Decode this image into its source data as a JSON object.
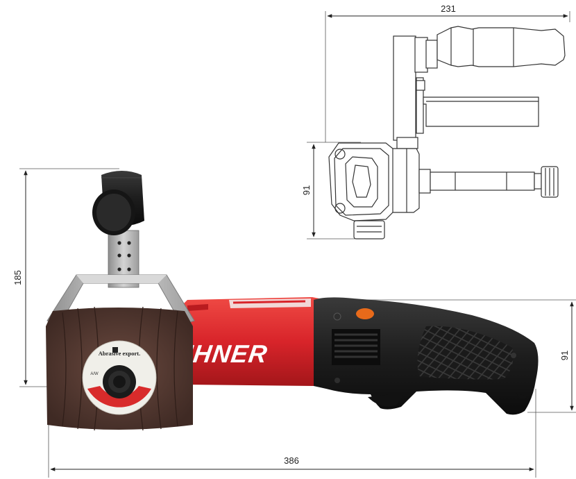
{
  "dimensions": {
    "top_width": "231",
    "top_height": "91",
    "side_height": "185",
    "side_body_height": "91",
    "overall_length": "386"
  },
  "tool": {
    "brand": "SUHNER",
    "wheel_label_line1": "Abrasive export.",
    "wheel_label_line2": "A/W"
  },
  "colors": {
    "body_red": "#d8242a",
    "handle_black": "#1d1d1d",
    "wheel_brown": "#5a3e36",
    "guard_steel": "#b9b9b9",
    "accent_orange": "#e86a1a"
  }
}
